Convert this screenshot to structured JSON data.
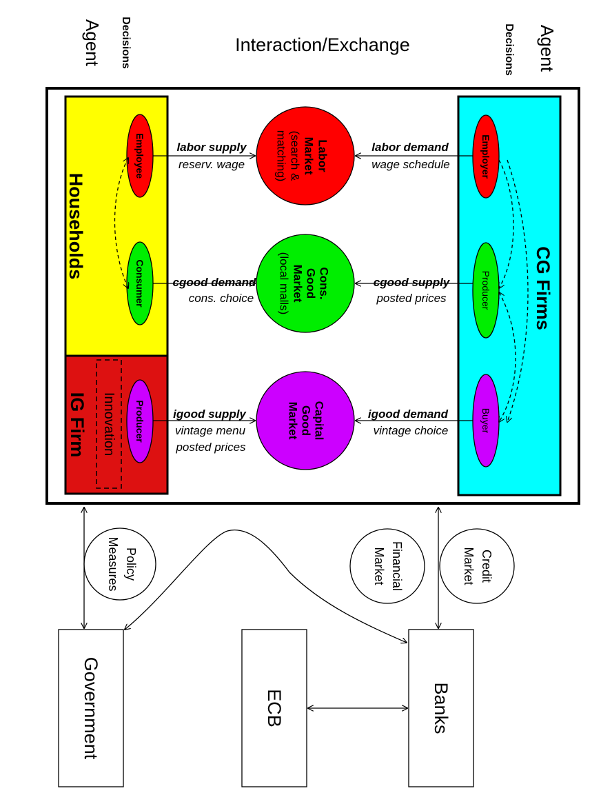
{
  "header": {
    "agent_left": "Agent",
    "decisions_left": "Decisions",
    "interaction": "Interaction/Exchange",
    "agent_right": "Agent",
    "decisions_right": "Decisions"
  },
  "agents": {
    "households": "Households",
    "ig_firm": "IG Firm",
    "cg_firms": "CG Firms"
  },
  "decisions": {
    "employee": "Employee",
    "consumer": "Consumer",
    "ig_producer": "Producer",
    "innovation": "Innovation",
    "employer": "Employer",
    "cg_producer": "Producer",
    "buyer": "Buyer"
  },
  "markets": {
    "labor": {
      "title1": "Labor",
      "title2": "Market",
      "sub1": "(search &",
      "sub2": "matching)"
    },
    "cgood": {
      "title1": "Cons.",
      "title2": "Good",
      "title3": "Market",
      "sub1": "(local malls)"
    },
    "capital": {
      "title1": "Capital",
      "title2": "Good",
      "title3": "Market"
    }
  },
  "flows": {
    "labor_supply": "labor supply",
    "reserv_wage": "reserv. wage",
    "labor_demand": "labor demand",
    "wage_schedule": "wage schedule",
    "cgood_demand": "cgood demand",
    "cons_choice": "cons. choice",
    "cgood_supply": "cgood supply",
    "posted_prices_right": "posted prices",
    "igood_supply": "igood supply",
    "vintage_menu": "vintage menu",
    "posted_prices_left": "posted prices",
    "igood_demand": "igood demand",
    "vintage_choice": "vintage choice"
  },
  "lower": {
    "policy1": "Policy",
    "policy2": "Measures",
    "financial1": "Financial",
    "financial2": "Market",
    "credit1": "Credit",
    "credit2": "Market",
    "government": "Government",
    "ecb": "ECB",
    "banks": "Banks"
  },
  "colors": {
    "households": "#ffff00",
    "ig_firm": "#dd1111",
    "cg_firms": "#00ffff",
    "red_node": "#ff0000",
    "green_node": "#00ee00",
    "purple_node": "#cc00ff"
  }
}
